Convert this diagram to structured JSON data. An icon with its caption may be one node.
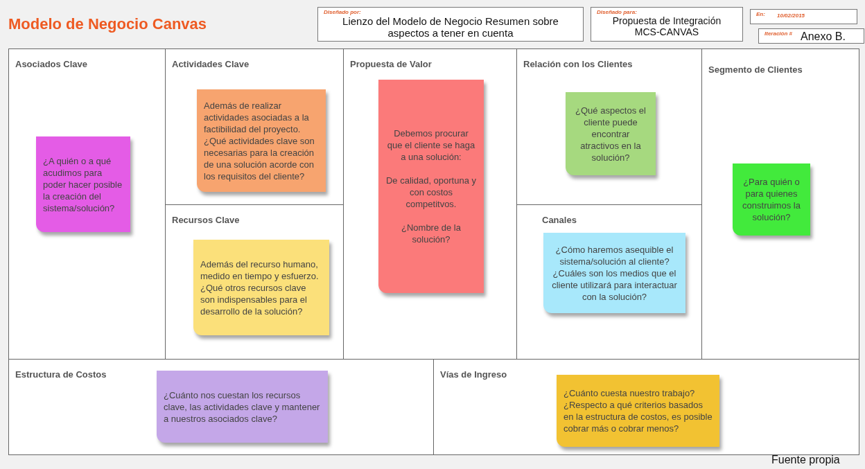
{
  "diagram": {
    "title": "Modelo de Negocio Canvas",
    "caption": "Fuente propia",
    "nodes": [
      {
        "text": [
          "Diseñado por:",
          "Lienzo del Modelo de Negocio Resumen sobre aspectos a tener en cuenta"
        ]
      },
      {
        "text": [
          "Diseñado para:",
          "Propuesta de Integración MCS-CANVAS"
        ]
      },
      {
        "text": [
          "En:",
          "10/02/2015"
        ]
      },
      {
        "text": [
          "Iteración #",
          "Anexo B."
        ]
      },
      {
        "text": [
          "Asociados Clave"
        ]
      },
      {
        "text": [
          "¿A quién o a qué acudimos para poder hacer posible la creación del sistema/solución?"
        ],
        "in": 4
      },
      {
        "text": [
          "Actividades Clave"
        ]
      },
      {
        "text": [
          "Además de realizar actividades asociadas a la factibilidad del proyecto. ¿Qué actividades clave son necesarias para la creación de una solución acorde con los requisitos del cliente?"
        ],
        "in": 6
      },
      {
        "text": [
          "Recursos Clave"
        ]
      },
      {
        "text": [
          "Además del  recurso humano, medido en tiempo y esfuerzo. ¿Qué otros recursos clave son indispensables para el desarrollo de la solución?"
        ],
        "in": 8
      },
      {
        "text": [
          "Propuesta de Valor"
        ]
      },
      {
        "text": [
          "Debemos procurar que el cliente se haga a una solución:",
          "De calidad, oportuna y con costos competitvos.",
          "¿Nombre de la solución?"
        ],
        "in": 10
      },
      {
        "text": [
          "Relación con los Clientes"
        ]
      },
      {
        "text": [
          "¿Qué aspectos el cliente puede encontrar atractivos en la solución?"
        ],
        "in": 12
      },
      {
        "text": [
          "Canales"
        ]
      },
      {
        "text": [
          "¿Cómo haremos asequible el sistema/solución al cliente? ¿Cuáles son los medios que el cliente utilizará para interactuar con la solución?"
        ],
        "in": 14
      },
      {
        "text": [
          "Segmento de Clientes"
        ]
      },
      {
        "text": [
          "¿Para quién o para quienes construimos la solución?"
        ],
        "in": 16
      },
      {
        "text": [
          "Estructura de Costos"
        ]
      },
      {
        "text": [
          "¿Cuánto nos cuestan los recursos clave, las actividades clave y mantener a nuestros asociados clave?"
        ],
        "in": 18
      },
      {
        "text": [
          "Vías de Ingreso"
        ]
      },
      {
        "text": [
          "¿Cuánto cuesta nuestro trabajo? ¿Respecto a qué criterios basados en la estructura de costos, es posible cobrar más o cobrar menos?"
        ],
        "in": 20
      }
    ]
  }
}
